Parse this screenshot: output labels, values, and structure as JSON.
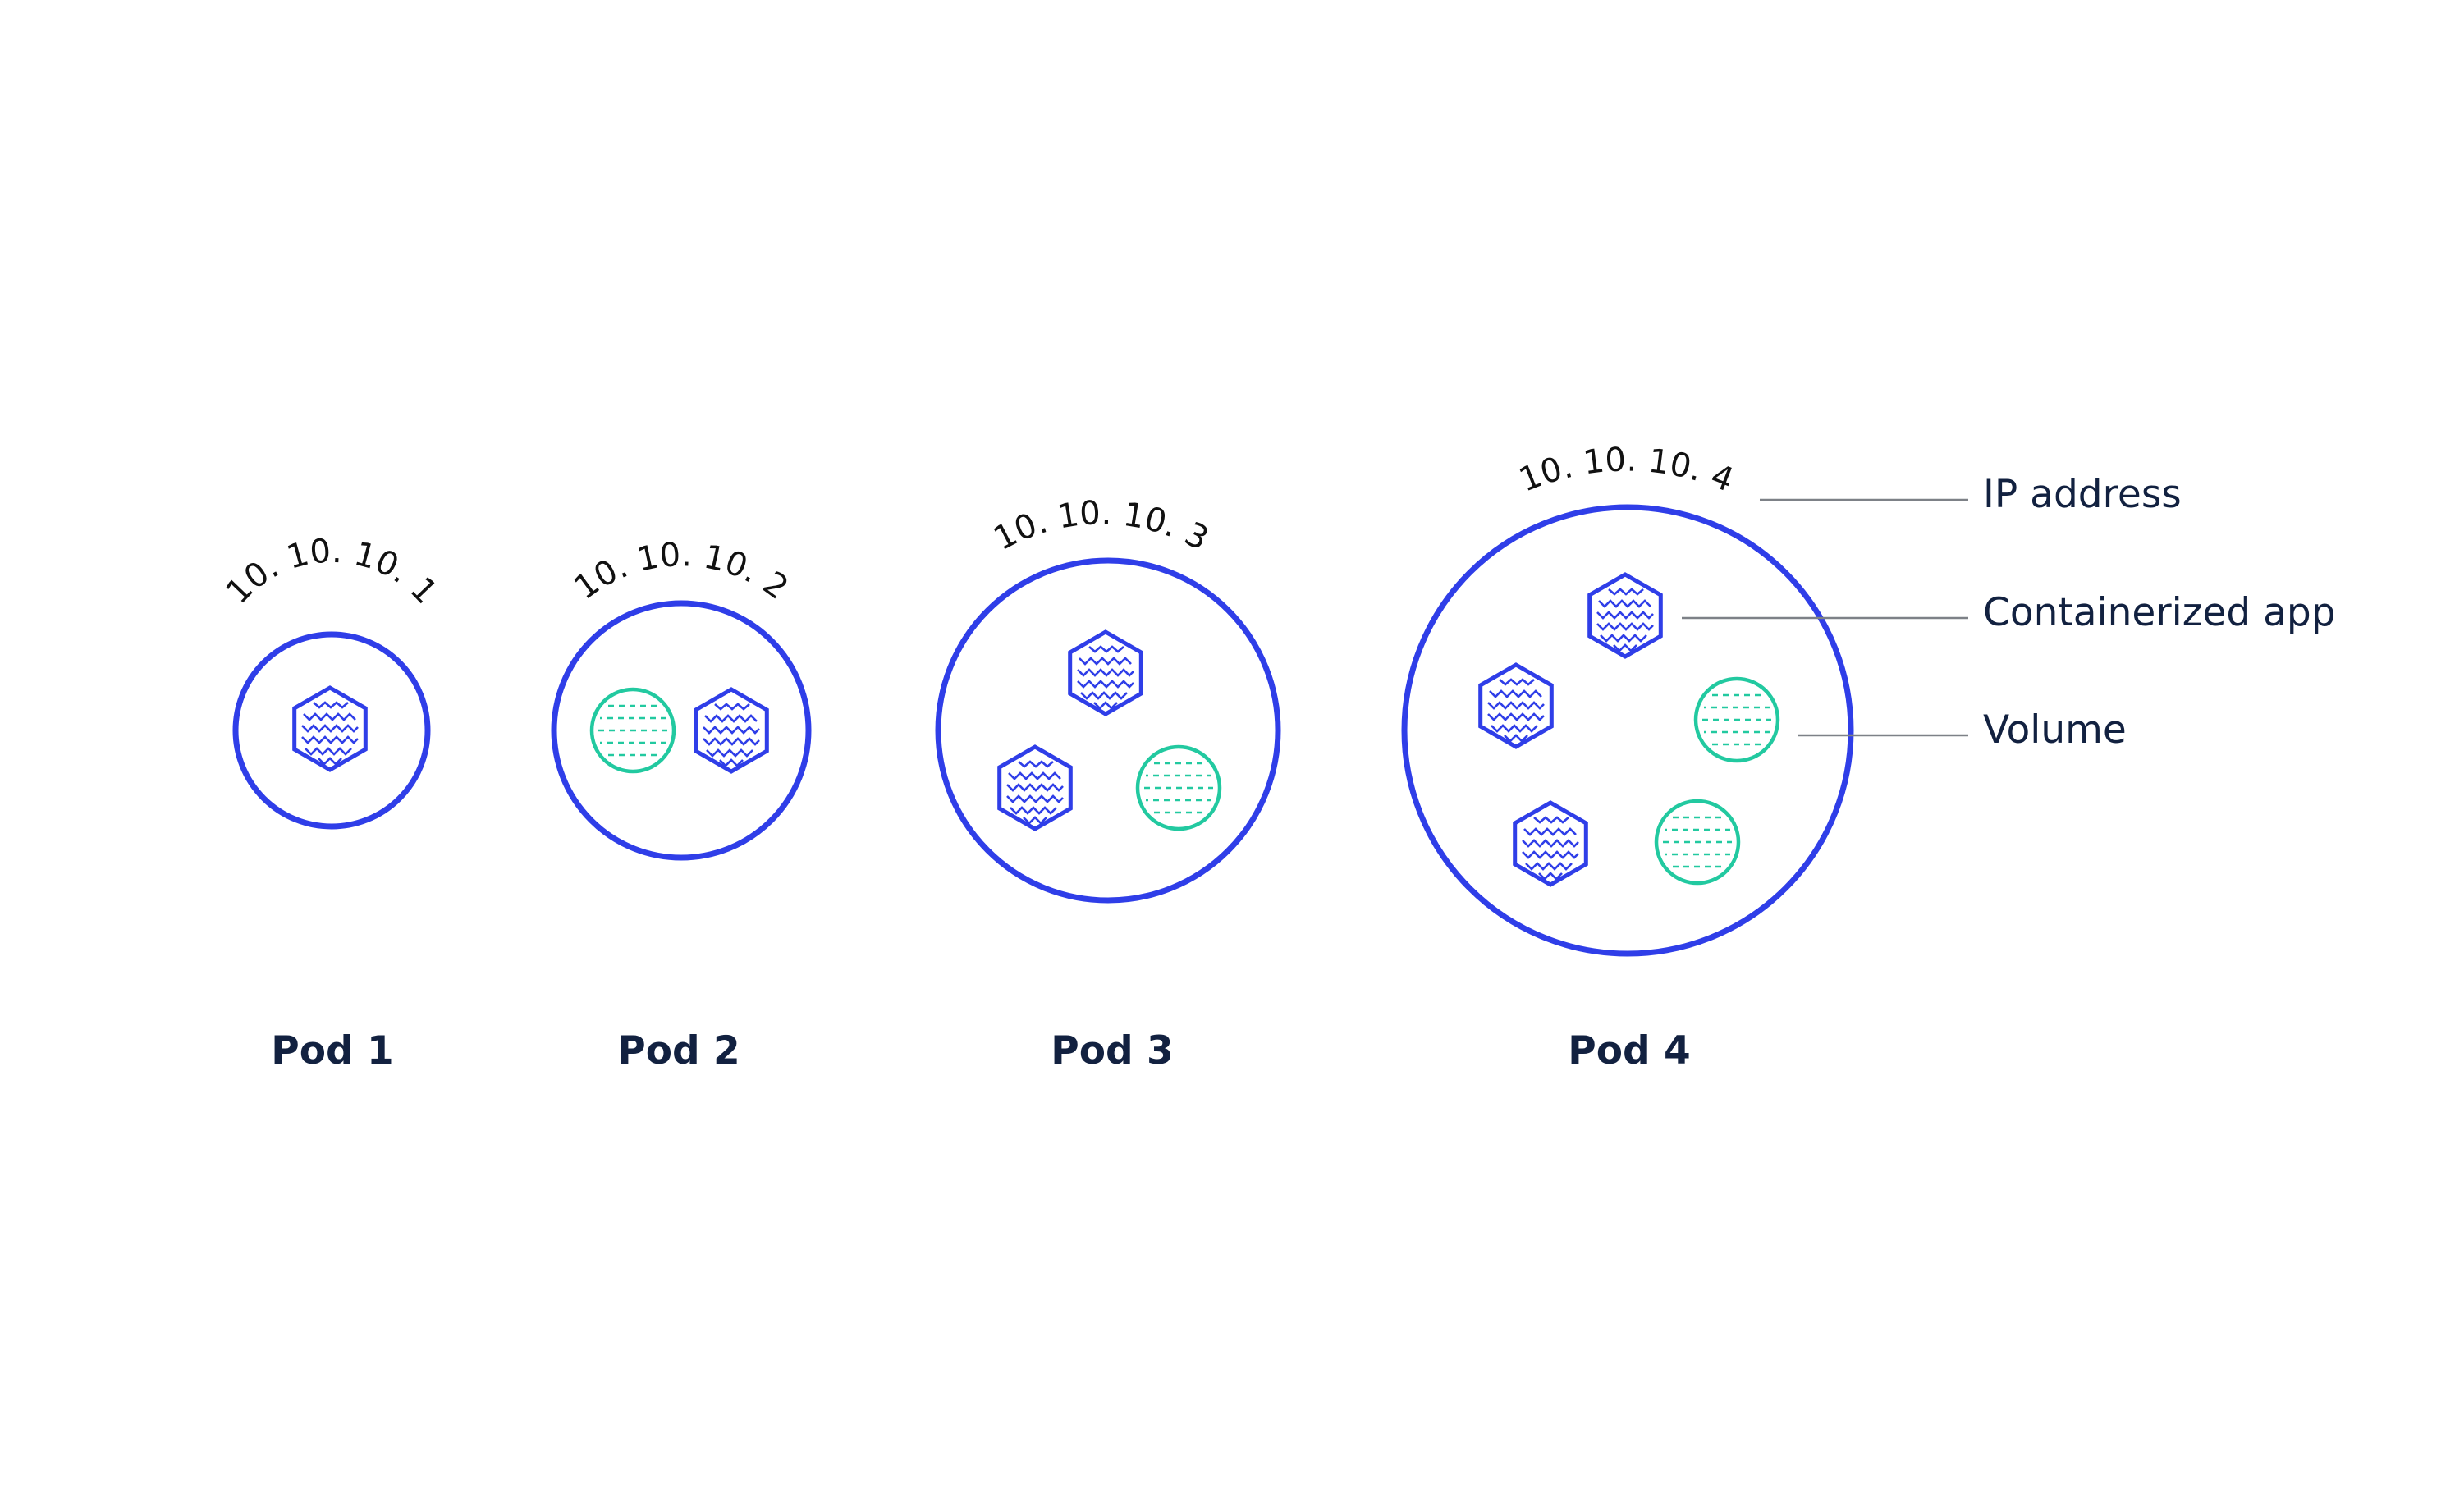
{
  "pods": [
    {
      "label": "Pod 1",
      "ip": "10. 10. 10. 1"
    },
    {
      "label": "Pod 2",
      "ip": "10. 10. 10. 2"
    },
    {
      "label": "Pod 3",
      "ip": "10. 10. 10. 3"
    },
    {
      "label": "Pod 4",
      "ip": "10. 10. 10. 4"
    }
  ],
  "legend": {
    "ip_address": "IP address",
    "containerized_app": "Containerized app",
    "volume": "Volume"
  },
  "colors": {
    "pod_outline": "#2f3ee8",
    "container": "#2f3ee8",
    "volume": "#22c9a0",
    "label_text": "#122140",
    "leader_line": "#7d8187"
  },
  "icons": {
    "container": "hexagon-zigzag-icon",
    "volume": "circle-dashes-icon"
  }
}
